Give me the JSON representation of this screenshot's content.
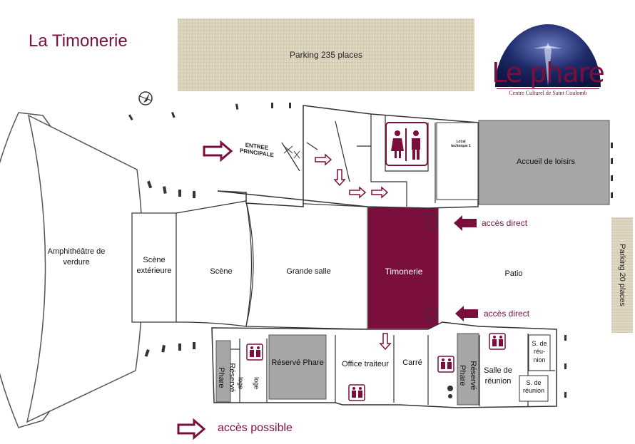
{
  "title": "La Timonerie",
  "parking_main": "Parking 235 places",
  "parking_side": "Parking  20 places",
  "logo": {
    "name": "Le phare",
    "subtitle": "Centre Culturel de Saint Coulomb"
  },
  "entrance": {
    "line1": "ENTREE",
    "line2": "PRINCIPALE"
  },
  "rooms": {
    "amphitheatre": "Amphithéâtre de verdure",
    "scene_exterieure": "Scène extérieure",
    "scene": "Scène",
    "grande_salle": "Grande salle",
    "timonerie": "Timonerie",
    "patio": "Patio",
    "accueil": "Accueil de loisirs",
    "local_technique": "Local technique 1",
    "reserve_phare_left": "Réservé Phare",
    "reserve_phare_block": "Réservé Phare",
    "loge1": "loge",
    "loge2": "loge",
    "office_traiteur": "Office traiteur",
    "carre": "Carré",
    "reserve_phare_right": "Réservé Phare",
    "salle_reunion": "Salle de réunion",
    "s_reunion_1": "S. de réu-nion",
    "s_reunion_2": "S. de réunion"
  },
  "access": {
    "direct_1": "accès direct",
    "direct_2": "accès direct",
    "possible": "accès possible"
  },
  "colors": {
    "accent": "#7a0f3e",
    "room_gray": "#a6a6a6",
    "parking": "#ded6c1"
  }
}
